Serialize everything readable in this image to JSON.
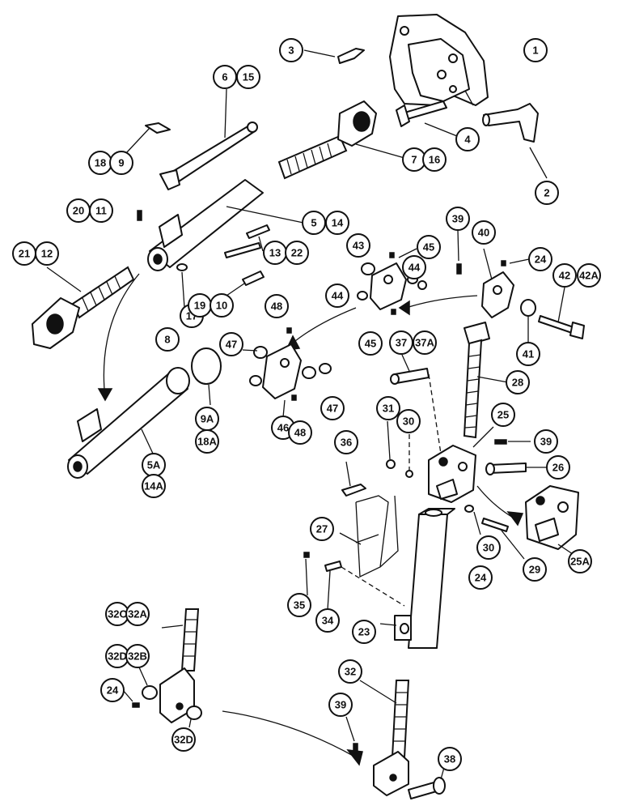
{
  "callouts": [
    {
      "label": "1"
    },
    {
      "label": "2"
    },
    {
      "label": "3"
    },
    {
      "label": "4"
    },
    {
      "label": "6"
    },
    {
      "label": "15"
    },
    {
      "label": "7"
    },
    {
      "label": "16"
    },
    {
      "label": "18"
    },
    {
      "label": "9"
    },
    {
      "label": "20"
    },
    {
      "label": "11"
    },
    {
      "label": "5"
    },
    {
      "label": "14"
    },
    {
      "label": "21"
    },
    {
      "label": "12"
    },
    {
      "label": "13"
    },
    {
      "label": "22"
    },
    {
      "label": "17"
    },
    {
      "label": "8"
    },
    {
      "label": "19"
    },
    {
      "label": "10"
    },
    {
      "label": "9A"
    },
    {
      "label": "18A"
    },
    {
      "label": "5A"
    },
    {
      "label": "14A"
    },
    {
      "label": "39"
    },
    {
      "label": "40"
    },
    {
      "label": "43"
    },
    {
      "label": "45"
    },
    {
      "label": "24"
    },
    {
      "label": "44"
    },
    {
      "label": "44"
    },
    {
      "label": "42"
    },
    {
      "label": "42A"
    },
    {
      "label": "45"
    },
    {
      "label": "41"
    },
    {
      "label": "48"
    },
    {
      "label": "47"
    },
    {
      "label": "46"
    },
    {
      "label": "48"
    },
    {
      "label": "47"
    },
    {
      "label": "37"
    },
    {
      "label": "37A"
    },
    {
      "label": "28"
    },
    {
      "label": "31"
    },
    {
      "label": "30"
    },
    {
      "label": "25"
    },
    {
      "label": "39"
    },
    {
      "label": "36"
    },
    {
      "label": "26"
    },
    {
      "label": "27"
    },
    {
      "label": "30"
    },
    {
      "label": "25A"
    },
    {
      "label": "24"
    },
    {
      "label": "29"
    },
    {
      "label": "35"
    },
    {
      "label": "34"
    },
    {
      "label": "23"
    },
    {
      "label": "32C"
    },
    {
      "label": "32A"
    },
    {
      "label": "32D"
    },
    {
      "label": "32B"
    },
    {
      "label": "24"
    },
    {
      "label": "32D"
    },
    {
      "label": "32"
    },
    {
      "label": "39"
    },
    {
      "label": "38"
    }
  ]
}
